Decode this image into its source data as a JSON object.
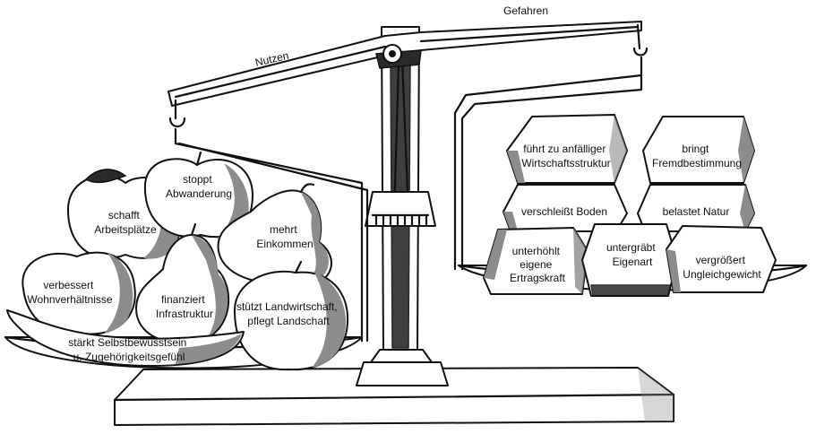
{
  "beam": {
    "left_label": "Nutzen",
    "right_label": "Gefahren"
  },
  "benefits": [
    {
      "line1": "stoppt",
      "line2": "Abwanderung"
    },
    {
      "line1": "schafft",
      "line2": "Arbeitsplätze"
    },
    {
      "line1": "mehrt",
      "line2": "Einkommen"
    },
    {
      "line1": "verbessert",
      "line2": "Wohnverhältnisse"
    },
    {
      "line1": "finanziert",
      "line2": "Infrastruktur"
    },
    {
      "line1": "stützt Landwirtschaft,",
      "line2": "pflegt Landschaft"
    },
    {
      "line1": "stärkt Selbstbewusstsein",
      "line2": "u. Zugehörigkeitsgefühl"
    }
  ],
  "dangers": [
    {
      "line1": "führt zu anfälliger",
      "line2": "Wirtschaftsstruktur"
    },
    {
      "line1": "bringt",
      "line2": "Fremdbestimmung"
    },
    {
      "line1": "verschleißt Boden",
      "line2": ""
    },
    {
      "line1": "belastet Natur",
      "line2": ""
    },
    {
      "line1": "unterhöhlt",
      "line2": "eigene",
      "line3": "Ertragskraft"
    },
    {
      "line1": "untergräbt",
      "line2": "Eigenart"
    },
    {
      "line1": "vergrößert",
      "line2": "Ungleichgewicht"
    }
  ]
}
